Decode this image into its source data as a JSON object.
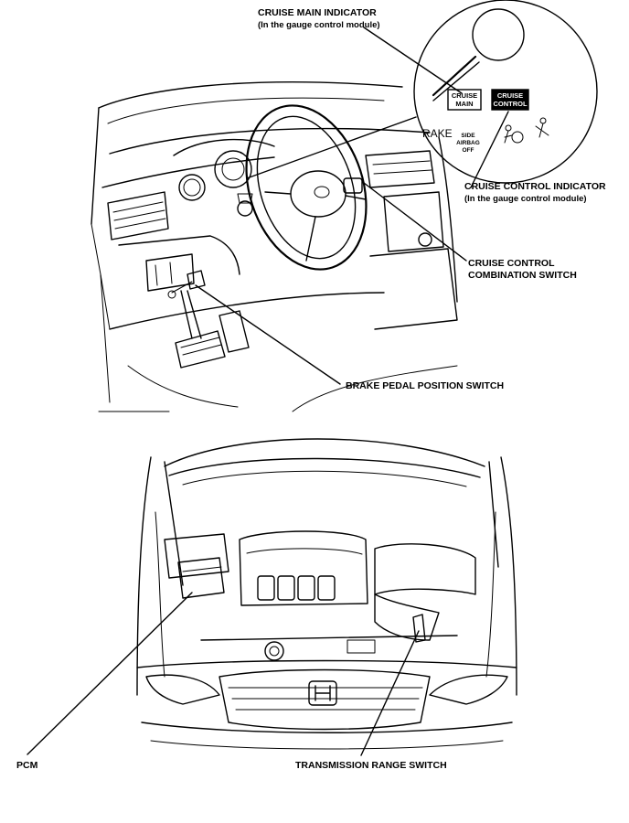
{
  "figure_top": {
    "labels": {
      "cruise_main_indicator": "CRUISE MAIN INDICATOR",
      "cruise_main_indicator_sub": "(In the gauge control module)",
      "cruise_control_indicator": "CRUISE CONTROL INDICATOR",
      "cruise_control_indicator_sub": "(In the gauge control module)",
      "cruise_control_switch_line1": "CRUISE CONTROL",
      "cruise_control_switch_line2": "COMBINATION SWITCH",
      "brake_pedal_position_switch": "BRAKE PEDAL POSITION SWITCH"
    },
    "gauge_inset": {
      "badge_main_line1": "CRUISE",
      "badge_main_line2": "MAIN",
      "badge_control_line1": "CRUISE",
      "badge_control_line2": "CONTROL",
      "brake_text": "RAKE",
      "side_airbag_line1": "SIDE",
      "side_airbag_line2": "AIRBAG",
      "side_airbag_line3": "OFF"
    }
  },
  "figure_bottom": {
    "labels": {
      "pcm": "PCM",
      "transmission_range_switch": "TRANSMISSION RANGE SWITCH"
    }
  }
}
